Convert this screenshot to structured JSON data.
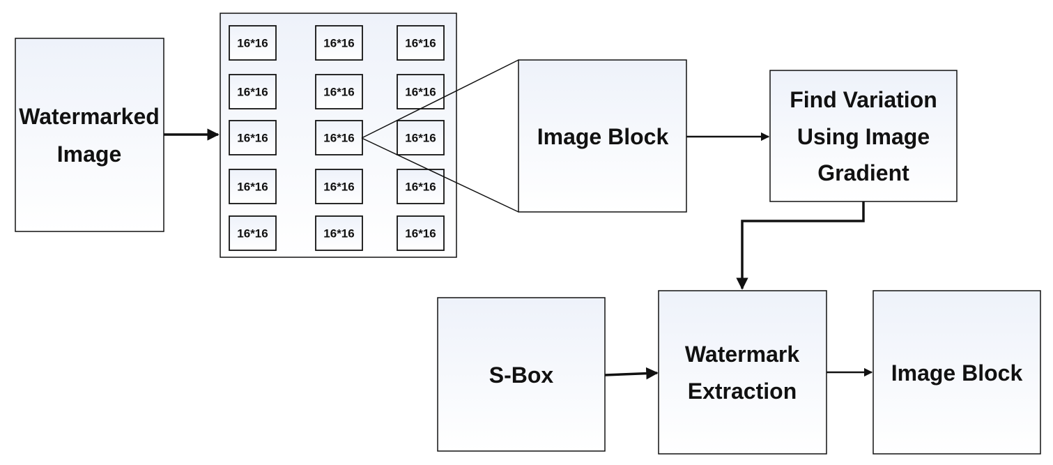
{
  "nodes": {
    "watermarked_image": {
      "lines": [
        "Watermarked",
        "Image"
      ]
    },
    "image_block_top": {
      "lines": [
        "Image Block"
      ]
    },
    "find_variation": {
      "lines": [
        "Find Variation",
        "Using Image",
        "Gradient"
      ]
    },
    "sbox": {
      "lines": [
        "S-Box"
      ]
    },
    "watermark_extraction": {
      "lines": [
        "Watermark",
        "Extraction"
      ]
    },
    "image_block_bottom": {
      "lines": [
        "Image Block"
      ]
    }
  },
  "grid": {
    "rows": 5,
    "cols": 3,
    "cell_label": "16*16"
  },
  "colors": {
    "stroke": "#111111",
    "box_fill_top": "#f2f5fb",
    "box_fill_bottom": "#ffffff",
    "text": "#111111"
  }
}
